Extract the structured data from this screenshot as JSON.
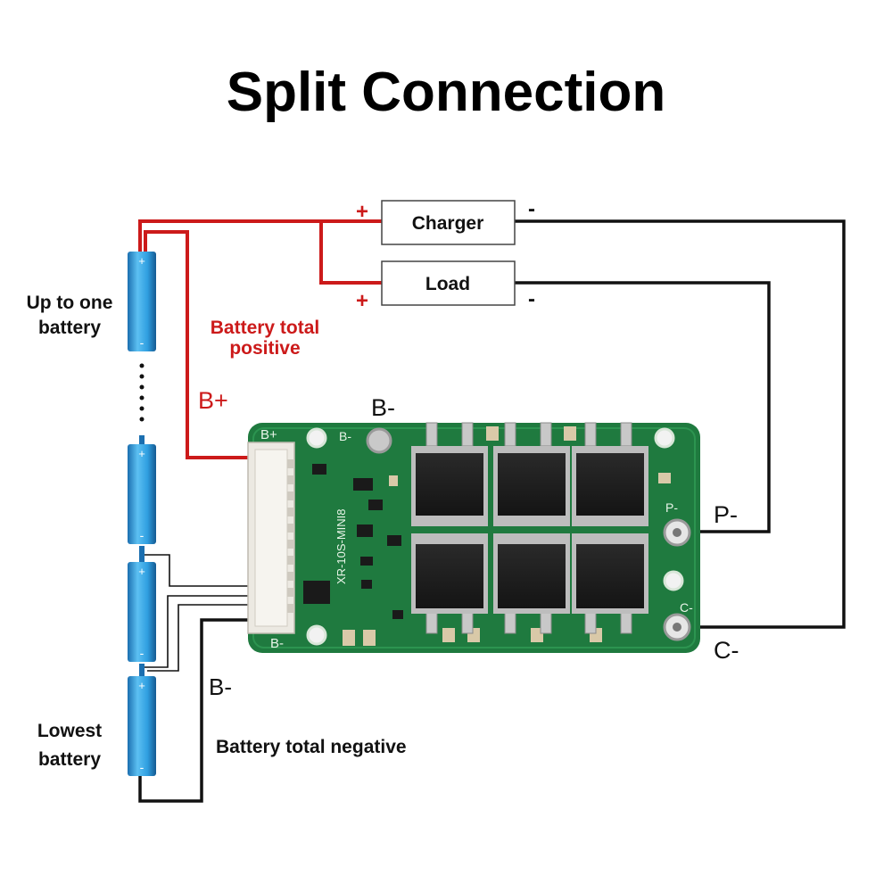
{
  "title": "Split Connection",
  "charger": {
    "label": "Charger",
    "plus": "+",
    "minus": "-"
  },
  "load": {
    "label": "Load",
    "plus": "+",
    "minus": "-"
  },
  "batteries": {
    "top_label": [
      "Up to one",
      "battery"
    ],
    "bottom_label": [
      "Lowest",
      "battery"
    ],
    "cell_plus": "+",
    "cell_minus": "-"
  },
  "positive": {
    "caption": [
      "Battery total",
      "positive"
    ],
    "terminal": "B+"
  },
  "negative": {
    "caption": "Battery total negative",
    "terminal": "B-"
  },
  "board": {
    "b_minus_top": "B-",
    "p_terminal": "P-",
    "c_terminal": "C-",
    "silk_b_plus": "B+",
    "silk_b_minus_top": "B-",
    "silk_b_minus_bottom": "B-",
    "silk_p": "P-",
    "silk_c": "C-",
    "model": "XR-10S-MINI8"
  },
  "colors": {
    "positive_wire": "#cc1a1a",
    "negative_wire": "#111111",
    "pcb": "#1f7a3f",
    "cell": "#2f9ee0"
  }
}
